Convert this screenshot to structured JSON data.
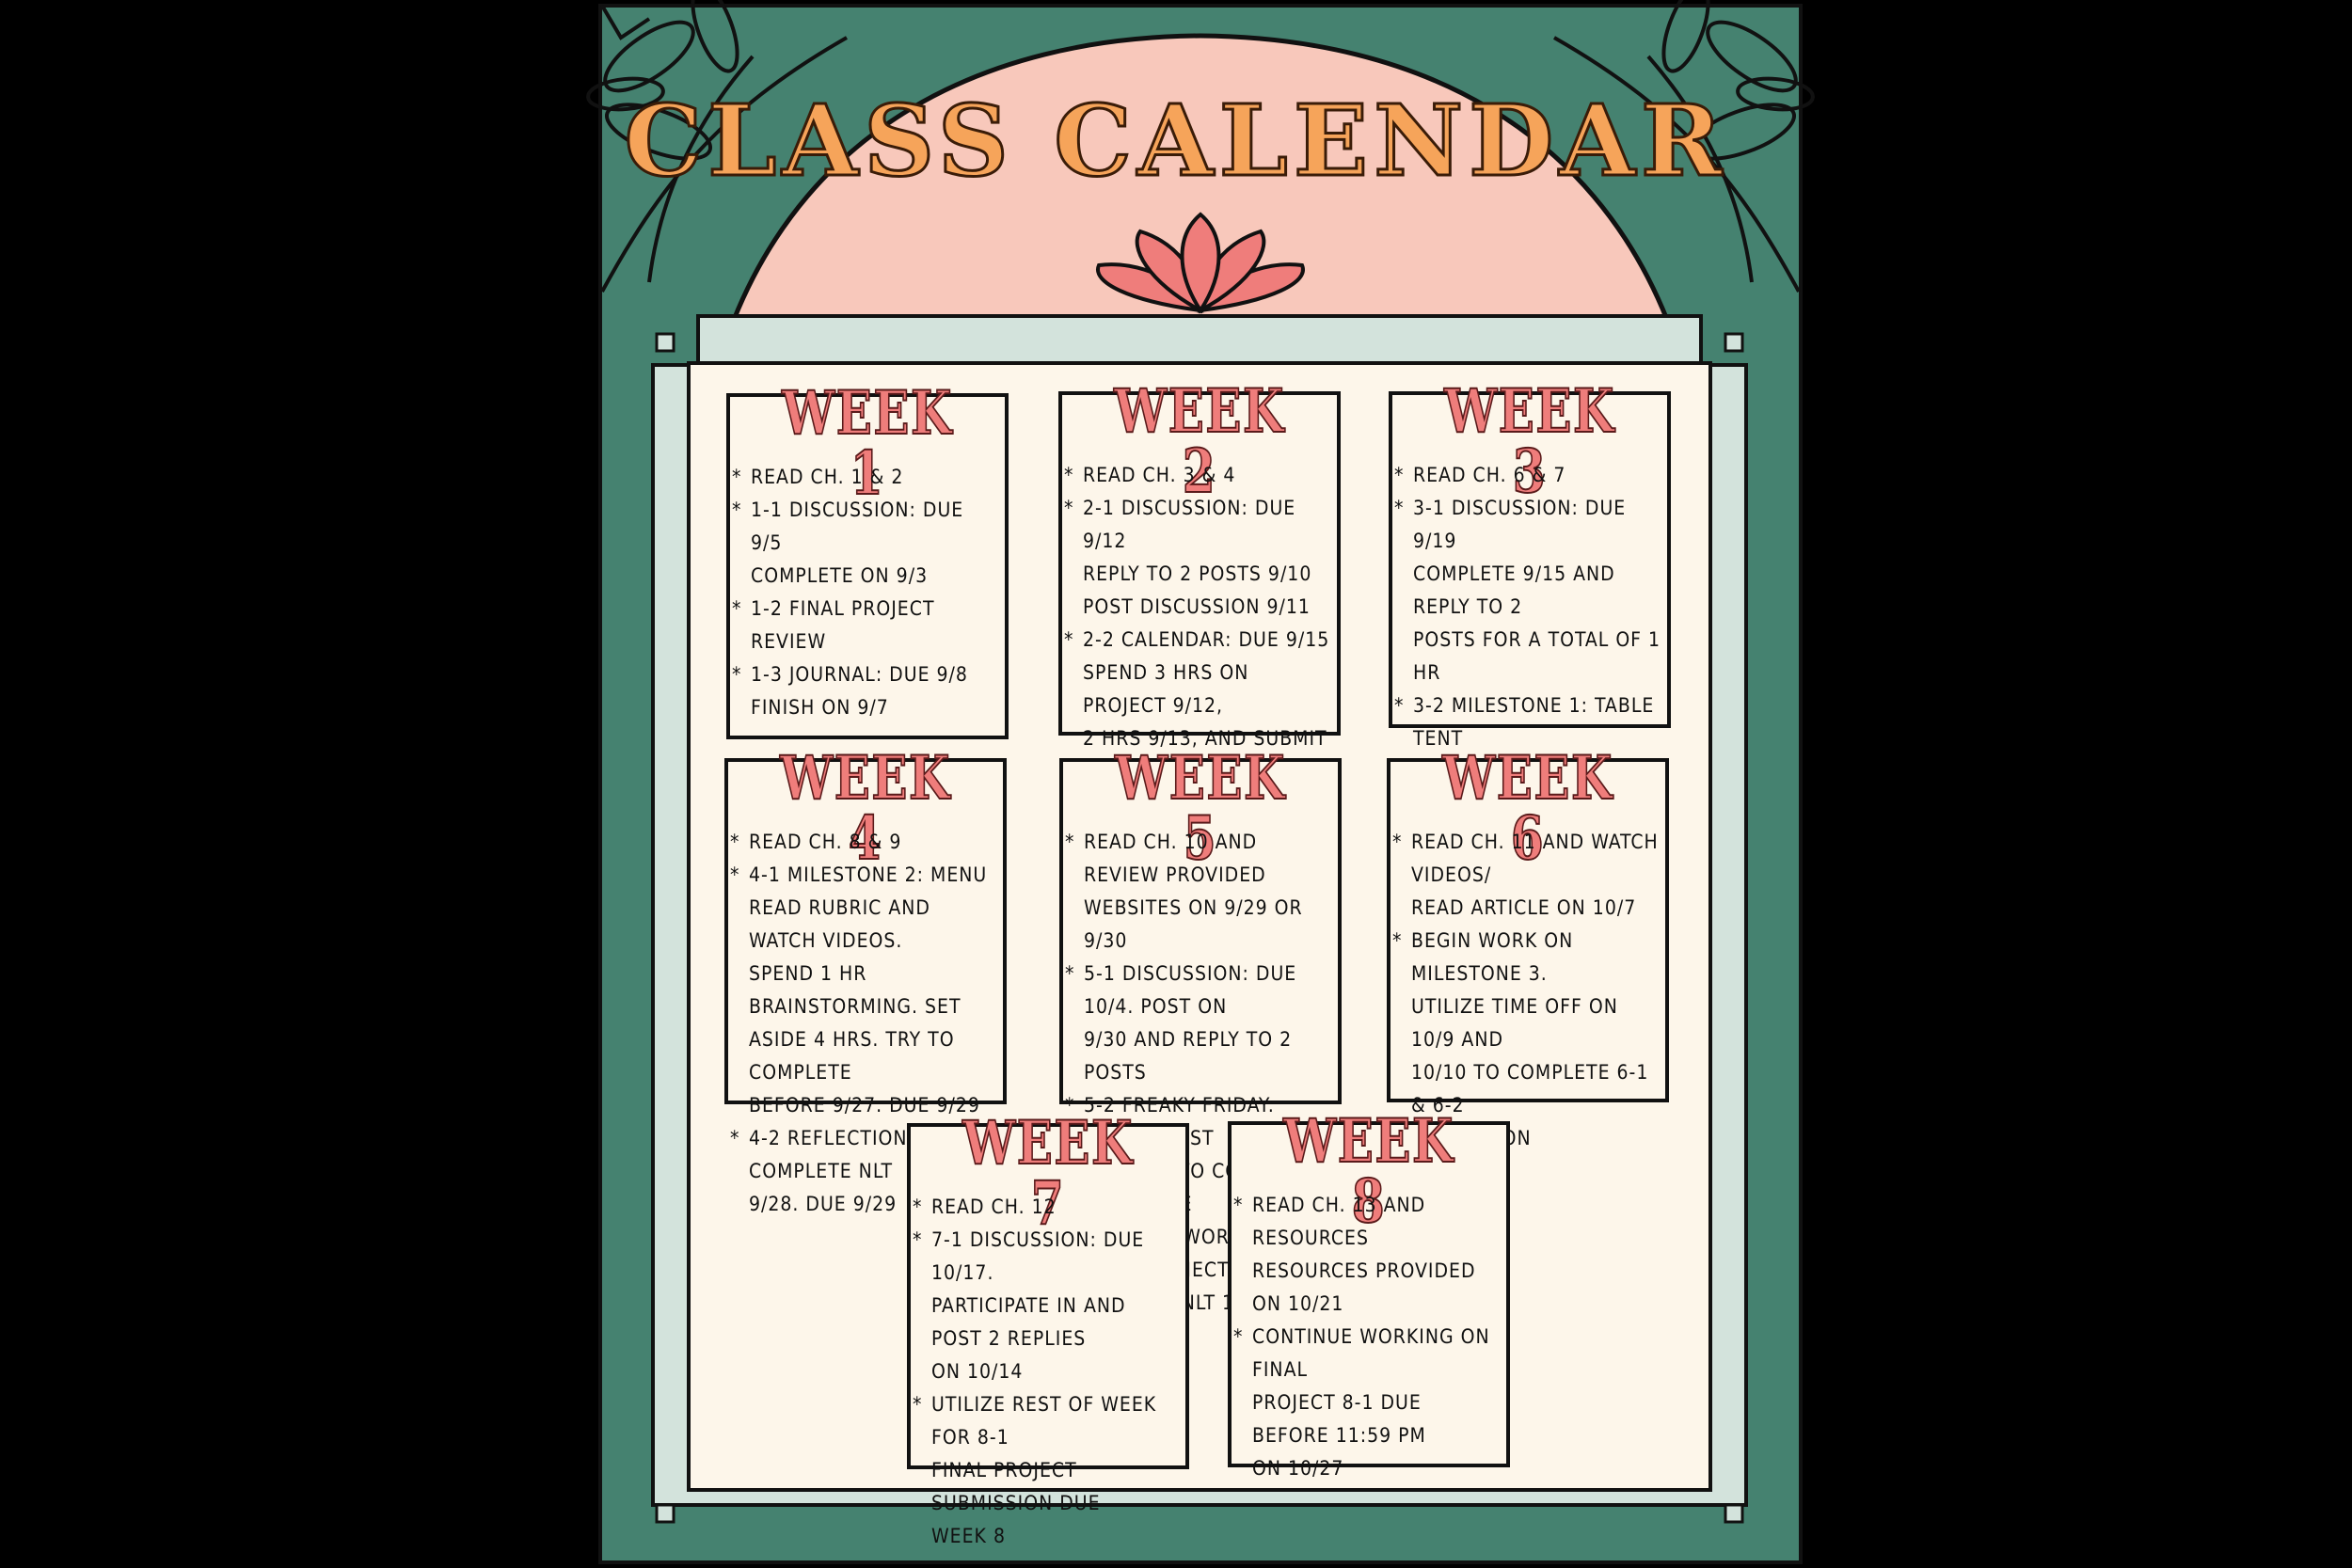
{
  "title": "CLASS CALENDAR",
  "colors": {
    "frame_green": "#458270",
    "arch_pink": "#f8c8bb",
    "panel_mint": "#d3e3dc",
    "card_cream": "#fdf6ea",
    "title_orange": "#f6a45a",
    "week_title_pink": "#ef7d7b",
    "lotus_pink": "#ef7d7b"
  },
  "weeks": [
    {
      "title": "WEEK 1",
      "items": [
        "READ CH. 1 & 2",
        "1-1 DISCUSSION: DUE 9/5\nCOMPLETE ON 9/3",
        "1-2 FINAL PROJECT REVIEW",
        "1-3 JOURNAL: DUE 9/8\nFINISH ON 9/7"
      ]
    },
    {
      "title": "WEEK 2",
      "items": [
        "READ CH. 3 & 4",
        "2-1 DISCUSSION: DUE 9/12\nREPLY TO 2 POSTS 9/10\nPOST DISCUSSION 9/11",
        "2-2 CALENDAR: DUE 9/15\nSPEND 3 HRS ON PROJECT 9/12,\n2 HRS 9/13, AND SUBMIT 9/13"
      ]
    },
    {
      "title": "WEEK 3",
      "items": [
        "READ CH. 6 & 7",
        "3-1 DISCUSSION: DUE 9/19\nCOMPLETE 9/15 AND REPLY TO 2\nPOSTS FOR A TOTAL OF 1 HR",
        "3-2 MILESTONE 1: TABLE TENT\nREAD RUBRIC AND WATCH VIDEOS.\nSPEND 1 HR BRAINSTORMING. SET\nASIDE 4 HRS. DUE 9/22"
      ]
    },
    {
      "title": "WEEK 4",
      "items": [
        "READ CH. 8 & 9",
        "4-1 MILESTONE 2: MENU\nREAD RUBRIC AND WATCH VIDEOS.\nSPEND 1 HR BRAINSTORMING. SET\nASIDE 4 HRS. TRY TO COMPLETE\nBEFORE 9/27. DUE 9/29",
        "4-2 REFLECTION: COMPLETE NLT\n9/28. DUE 9/29"
      ]
    },
    {
      "title": "WEEK 5",
      "items": [
        "READ CH. 10 AND REVIEW PROVIDED\nWEBSITES ON 9/29 OR 9/30",
        "5-1 DISCUSSION: DUE 10/4. POST ON\n9/30 AND REPLY TO 2 POSTS",
        "5-2 FREAKY FRIDAY: UTILIZE REST\nOF WEEK TO COMPLETE AND LEAVE\nTIME FOR WORK ON FINAL PROJECT\nDUE 10/6 NLT 11:59 PM"
      ]
    },
    {
      "title": "WEEK 6",
      "items": [
        "READ CH. 11 AND WATCH VIDEOS/\nREAD ARTICLE ON 10/7",
        "BEGIN WORK ON MILESTONE 3.\nUTILIZE TIME OFF ON 10/9 AND\n10/10 TO COMPLETE 6-1 & 6-2\nREFLECTION"
      ]
    },
    {
      "title": "WEEK 7",
      "items": [
        "READ CH. 12",
        "7-1 DISCUSSION: DUE 10/17.\nPARTICIPATE IN AND POST 2 REPLIES\nON 10/14",
        "UTILIZE REST OF WEEK FOR 8-1\nFINAL PROJECT SUBMISSION DUE\nWEEK 8"
      ]
    },
    {
      "title": "WEEK 8",
      "items": [
        "READ CH. 13 AND RESOURCES\nRESOURCES PROVIDED ON 10/21",
        "CONTINUE WORKING ON FINAL\nPROJECT 8-1 DUE BEFORE 11:59 PM\nON 10/27"
      ]
    }
  ]
}
